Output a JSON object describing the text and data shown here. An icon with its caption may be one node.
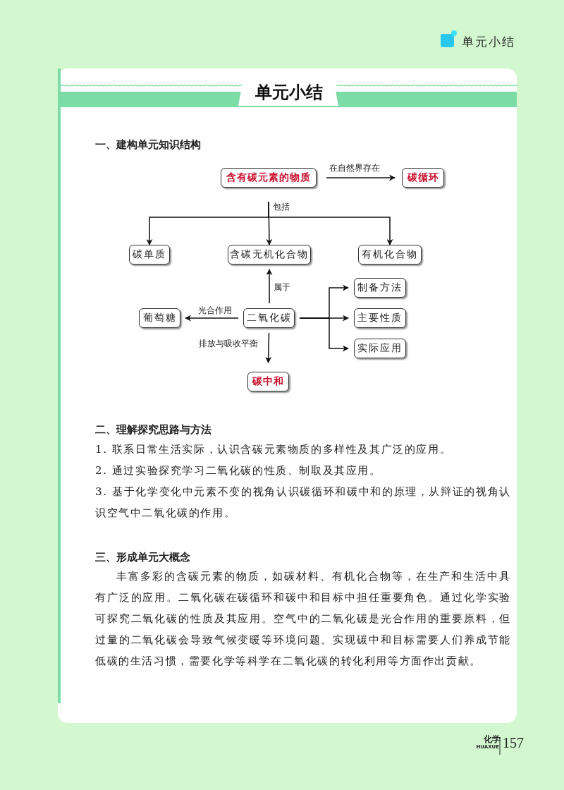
{
  "diagram": {
    "title": "单元小结",
    "nodes": [
      {
        "text": [
          "含有碳元素的物质"
        ]
      },
      {
        "text": [
          "碳循环"
        ]
      },
      {
        "text": [
          "碳单质"
        ]
      },
      {
        "text": [
          "含碳无机化合物"
        ]
      },
      {
        "text": [
          "有机化合物"
        ]
      },
      {
        "text": [
          "葡萄糖"
        ]
      },
      {
        "text": [
          "二氧化碳"
        ]
      },
      {
        "text": [
          "制备方法"
        ]
      },
      {
        "text": [
          "主要性质"
        ]
      },
      {
        "text": [
          "实际应用"
        ]
      },
      {
        "text": [
          "碳中和"
        ]
      }
    ],
    "edges": [
      {
        "from": 0,
        "to": 1,
        "arrow": "to",
        "label": "在自然界存在"
      },
      {
        "from": 0,
        "to": 2,
        "arrow": "to"
      },
      {
        "from": 0,
        "to": 3,
        "arrow": "to",
        "label": "包括"
      },
      {
        "from": 0,
        "to": 4,
        "arrow": "to"
      },
      {
        "from": 6,
        "to": 3,
        "arrow": "to",
        "label": "属于"
      },
      {
        "from": 6,
        "to": 5,
        "arrow": "to",
        "label": "光合作用"
      },
      {
        "from": 6,
        "to": 10,
        "arrow": "to",
        "label": "排放与吸收平衡"
      },
      {
        "from": 6,
        "to": 7,
        "arrow": "to"
      },
      {
        "from": 6,
        "to": 8,
        "arrow": "to"
      },
      {
        "from": 6,
        "to": 9,
        "arrow": "to"
      }
    ],
    "labels": [
      "单元小结",
      "一、建构单元知识结构",
      "二、理解探究思路与方法",
      "1. 联系日常生活实际，认识含碳元素物质的多样性及其广泛的应用。",
      "2. 通过实验探究学习二氧化碳的性质、制取及其应用。",
      "3. 基于化学变化中元素不变的视角认识碳循环和碳中和的原理，从辩证的视角认识空气中二氧化碳的作用。",
      "三、形成单元大概念",
      "丰富多彩的含碳元素的物质，如碳材料、有机化合物等，在生产和生活中具有广泛的应用。二氧化碳在碳循环和碳中和目标中担任重要角色。通过化学实验可探究二氧化碳的性质及其应用。空气中的二氧化碳是光合作用的重要原料，但过量的二氧化碳会导致气候变暖等环境问题。实现碳中和目标需要人们养成节能低碳的生活习惯，需要化学等科学在二氧化碳的转化利用等方面作出贡献。",
      "化学",
      "HUAXUE",
      "157"
    ]
  }
}
